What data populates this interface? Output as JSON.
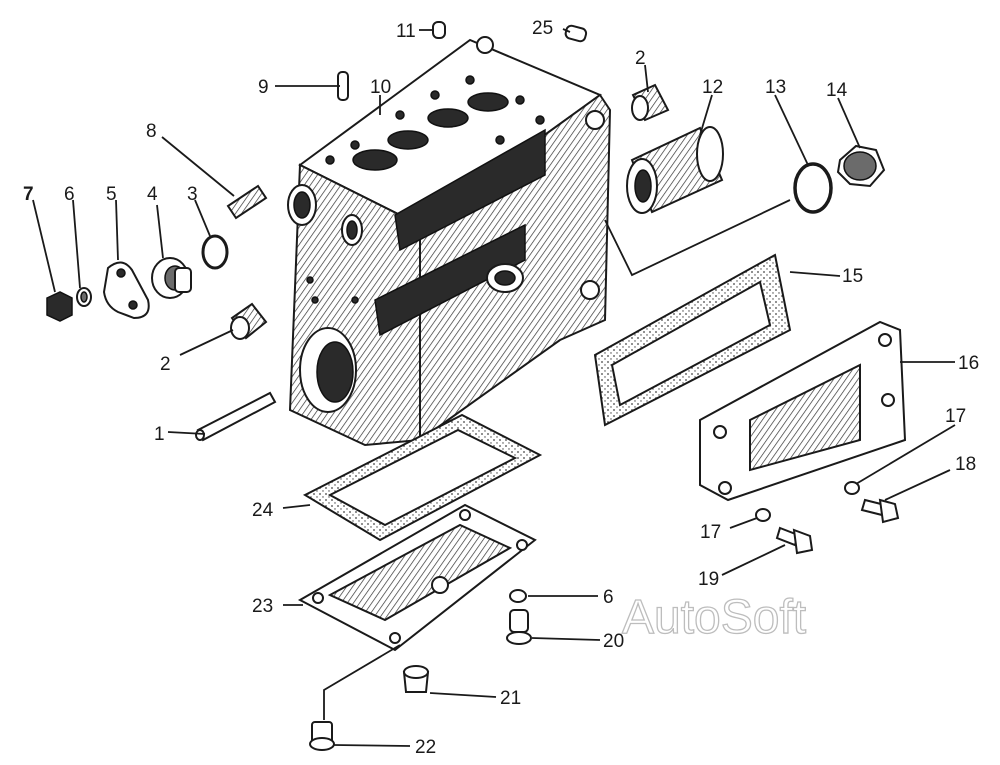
{
  "watermark": "AutoSoft",
  "labels": {
    "l1": "1",
    "l2a": "2",
    "l2b": "2",
    "l3": "3",
    "l4": "4",
    "l5": "5",
    "l6a": "6",
    "l6b": "6",
    "l7": "7",
    "l8": "8",
    "l9": "9",
    "l10": "10",
    "l11": "11",
    "l12": "12",
    "l13": "13",
    "l14": "14",
    "l15": "15",
    "l16": "16",
    "l17a": "17",
    "l17b": "17",
    "l18": "18",
    "l19": "19",
    "l20": "20",
    "l21": "21",
    "l22": "22",
    "l23": "23",
    "l24": "24",
    "l25": "25"
  }
}
